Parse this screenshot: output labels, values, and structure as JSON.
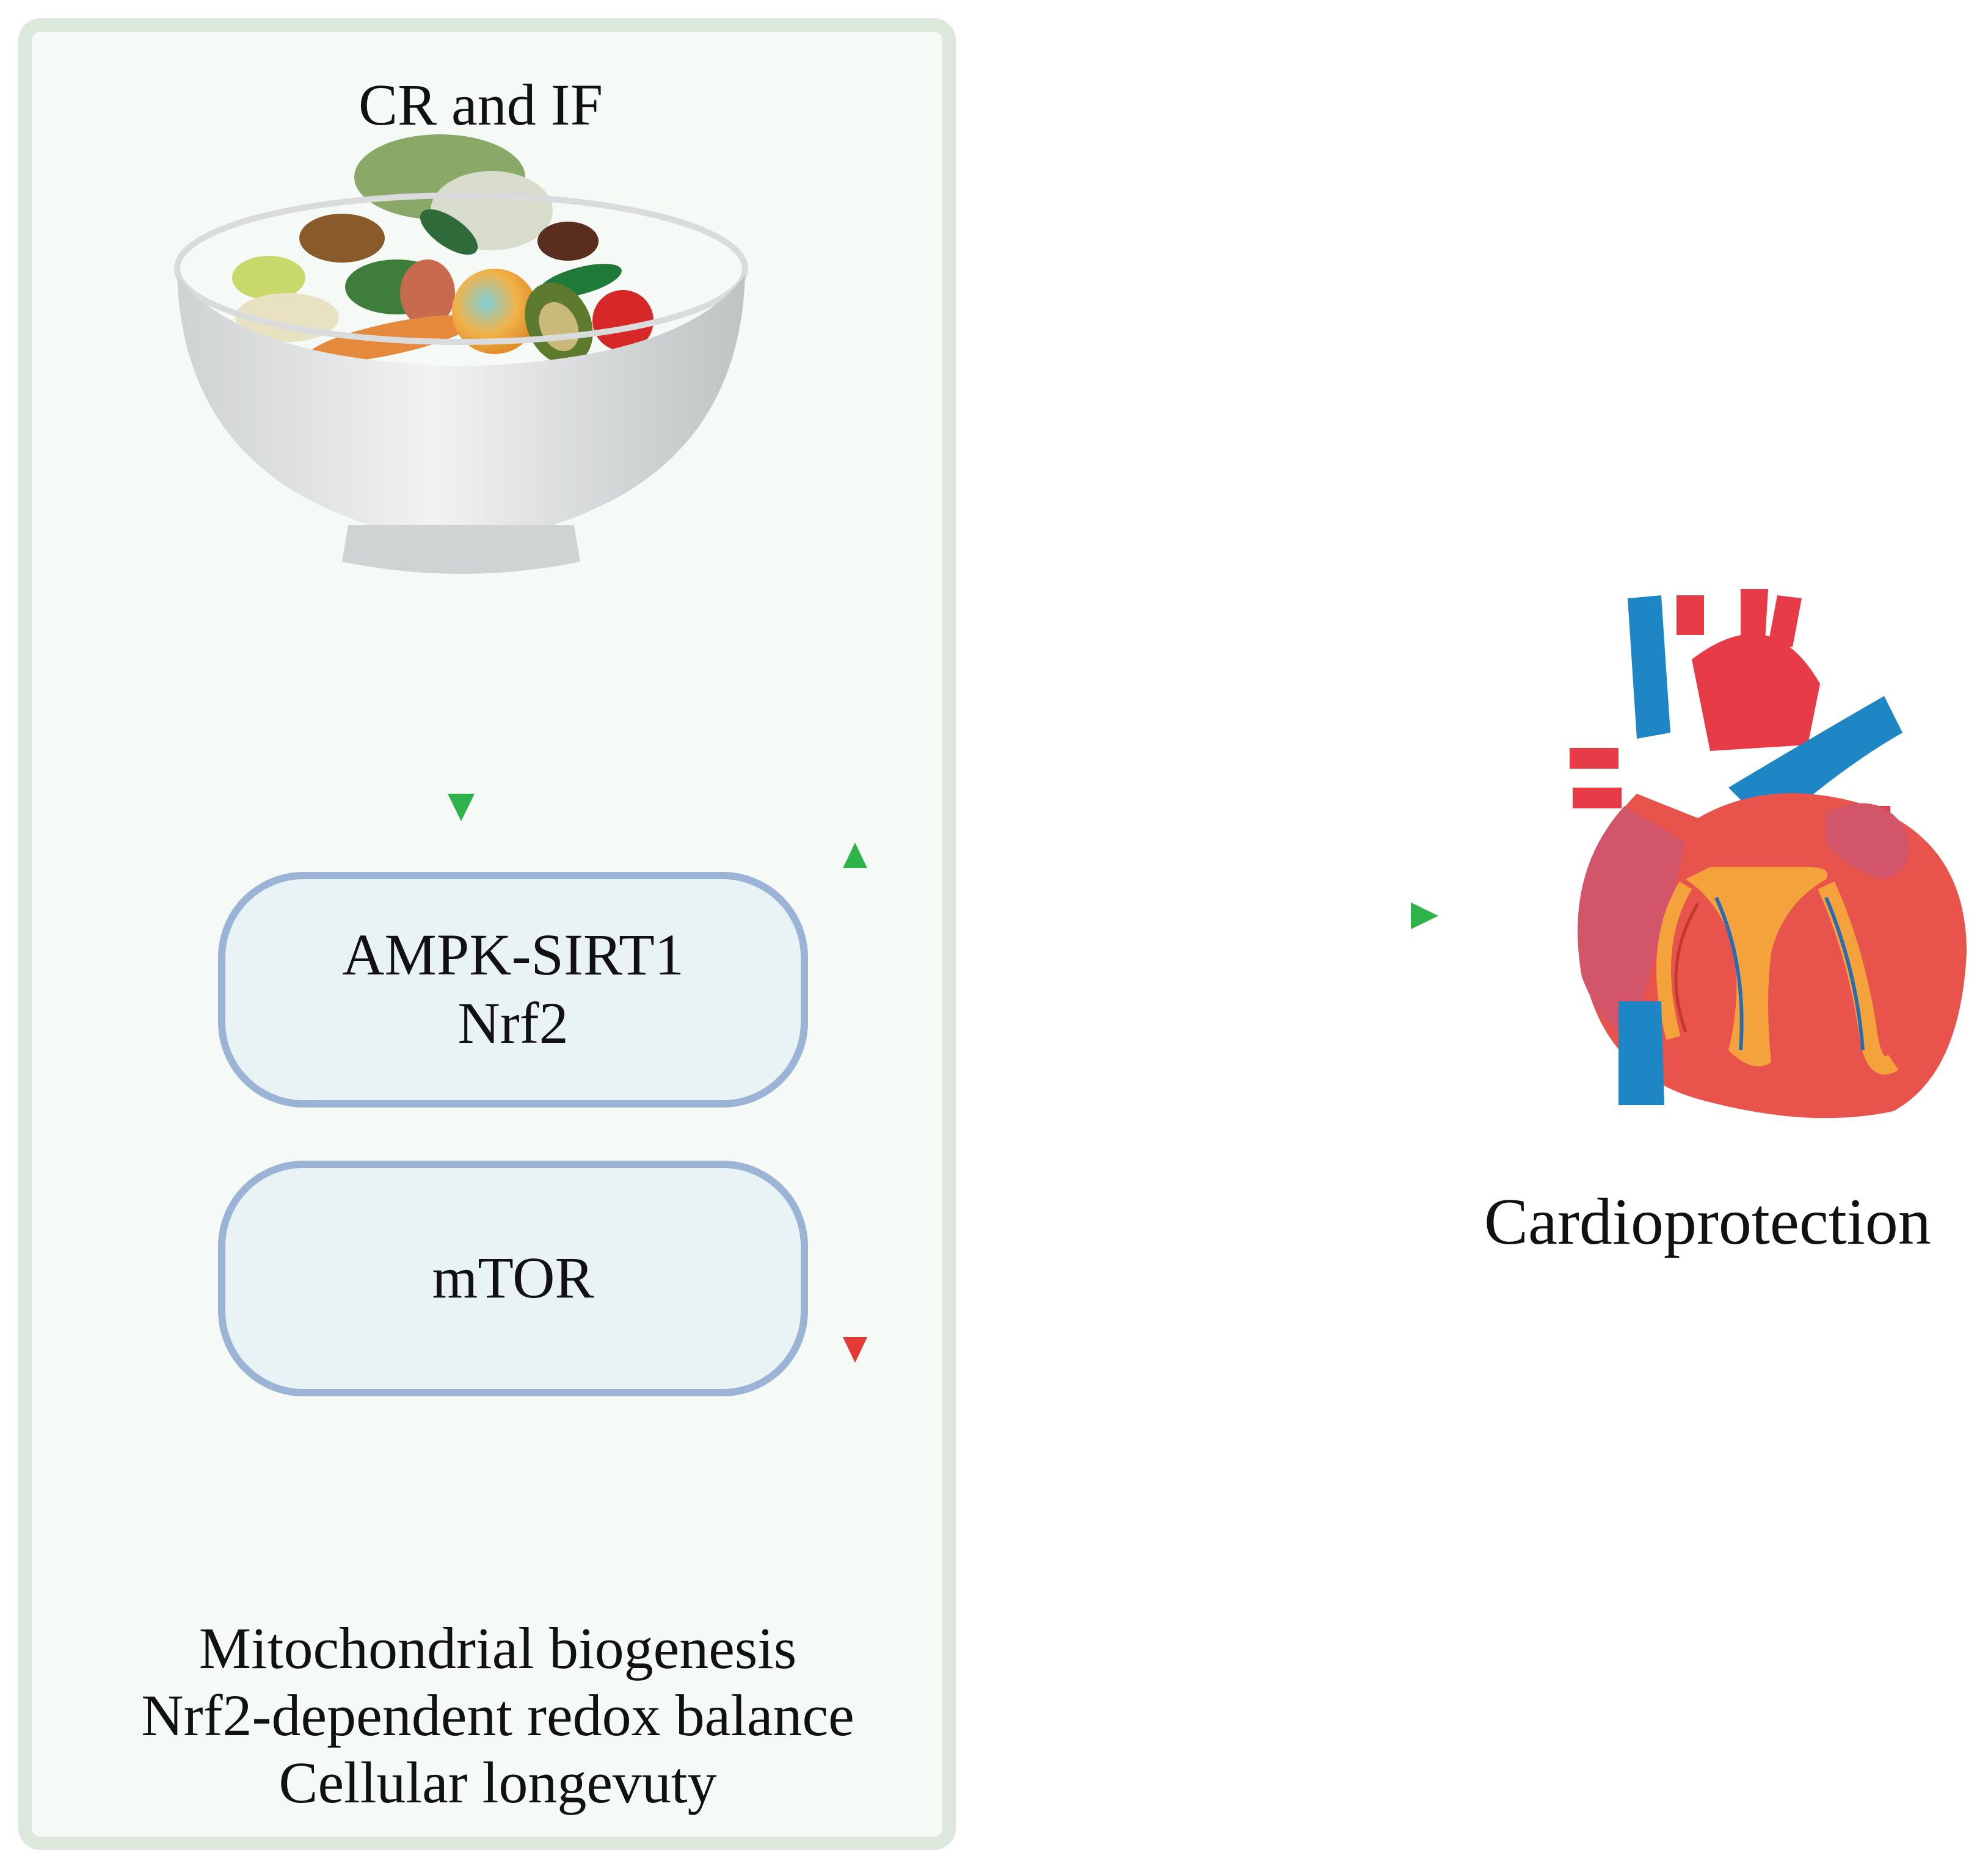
{
  "panel": {
    "title": "CR and IF",
    "pathway_up": {
      "line1": "AMPK-SIRT1",
      "line2": "Nrf2"
    },
    "pathway_down": {
      "label": "mTOR"
    },
    "outcomes": [
      "Mitochondrial biogenesis",
      "Nrf2-dependent redox balance",
      "Cellular longevuty"
    ]
  },
  "result": {
    "label": "Cardioprotection"
  },
  "colors": {
    "panel_border": "#dde8dc",
    "panel_fill": "#f5faf7",
    "box_border": "#9bb3d4",
    "box_fill": "#e9f3f6",
    "arrow_up": "#2db34a",
    "arrow_down": "#e53935"
  },
  "icons": [
    "food-bowl-icon",
    "heart-icon"
  ]
}
